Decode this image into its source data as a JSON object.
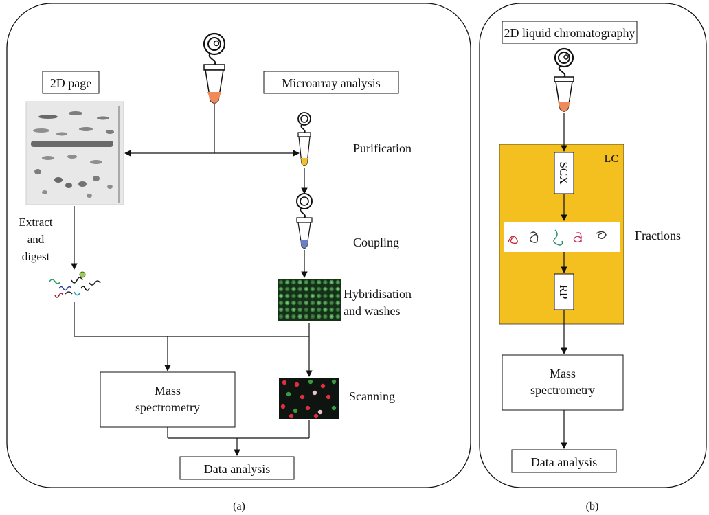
{
  "panel_a": {
    "label": "(a)",
    "gel_title": "2D page",
    "microarray_title": "Microarray analysis",
    "extract_line1": "Extract",
    "extract_line2": "and",
    "extract_line3": "digest",
    "purification": "Purification",
    "coupling": "Coupling",
    "hybrid_line1": "Hybridisation",
    "hybrid_line2": "and washes",
    "scanning": "Scanning",
    "mass_line1": "Mass",
    "mass_line2": "spectrometry",
    "data_analysis": "Data analysis"
  },
  "panel_b": {
    "label": "(b)",
    "title": "2D liquid chromatography",
    "lc": "LC",
    "scx": "SCX",
    "rp": "RP",
    "fractions": "Fractions",
    "mass_line1": "Mass",
    "mass_line2": "spectrometry",
    "data_analysis": "Data analysis"
  },
  "colors": {
    "lc_box": "#f4c020",
    "tube_orange": "#f08a5a",
    "tube_yellow": "#f0c030",
    "tube_blue": "#6a7fc0",
    "array_green": "#3a9a40",
    "scan_red": "#e03040"
  }
}
